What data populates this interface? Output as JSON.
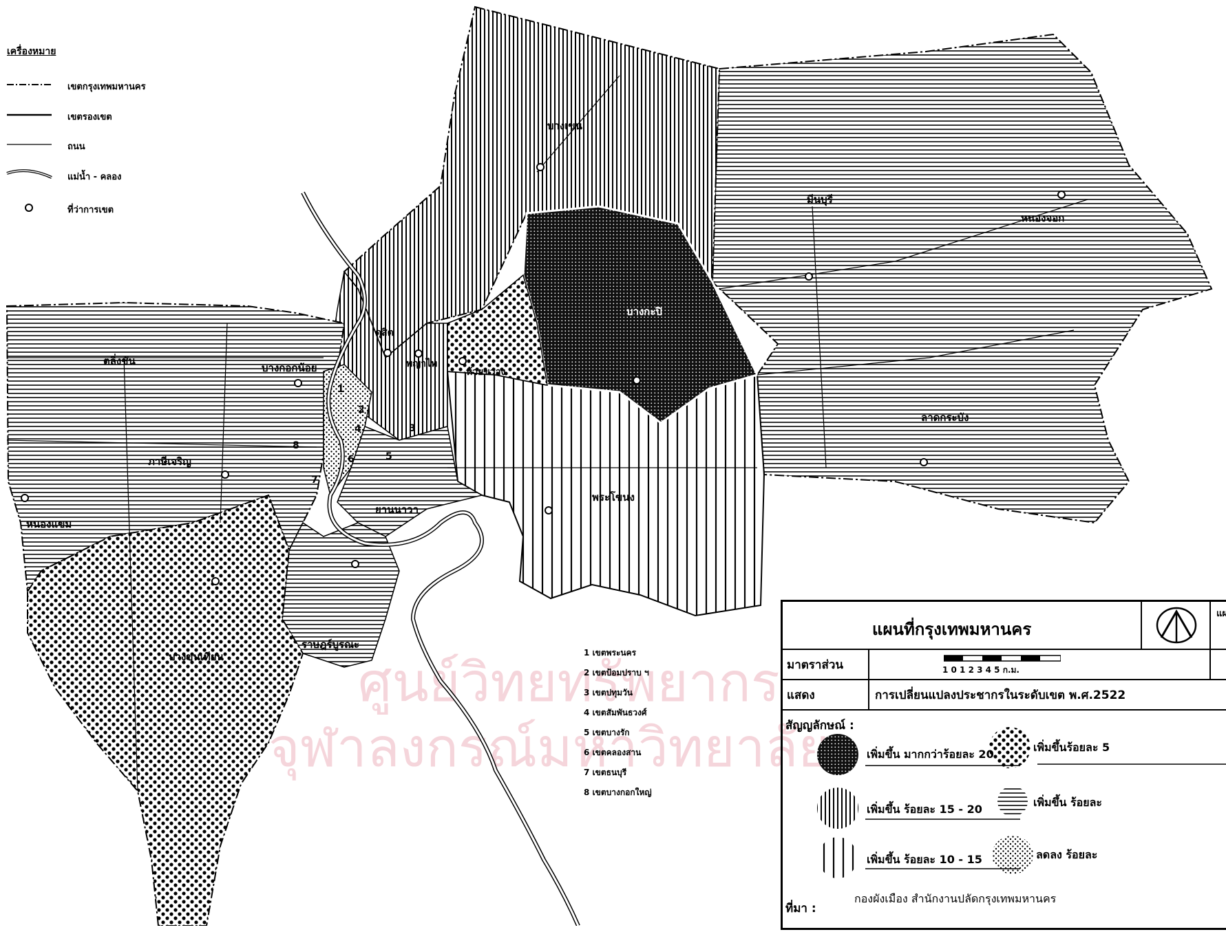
{
  "legend": {
    "title": "เครื่องหมาย",
    "items": [
      {
        "label": "เขตกรุงเทพมหานคร",
        "line": "dashdot"
      },
      {
        "label": "เขตรองเขต",
        "line": "solid-thick"
      },
      {
        "label": "ถนน",
        "line": "solid-thin"
      },
      {
        "label": "แม่น้ำ - คลอง",
        "line": "river"
      },
      {
        "label": "ที่ว่าการเขต",
        "line": "circle"
      }
    ]
  },
  "districts": [
    {
      "name": "บางเขน"
    },
    {
      "name": "มีนบุรี"
    },
    {
      "name": "หนองจอก"
    },
    {
      "name": "บางกะปิ"
    },
    {
      "name": "ลาดกระบัง"
    },
    {
      "name": "พระโขนง"
    },
    {
      "name": "ตลิ่งชัน"
    },
    {
      "name": "บางกอกน้อย"
    },
    {
      "name": "ภาษีเจริญ"
    },
    {
      "name": "หนองแขม"
    },
    {
      "name": "บางขุนเทียน"
    },
    {
      "name": "ราษฎร์บูรณะ"
    },
    {
      "name": "ยานนาวา"
    },
    {
      "name": "ดุสิต"
    },
    {
      "name": "พญาไท"
    },
    {
      "name": "ห้วยขวาง"
    }
  ],
  "inner_numbers": [
    "1",
    "2",
    "3",
    "4",
    "5",
    "6",
    "7",
    "8"
  ],
  "numbered_list": [
    "1  เขตพระนคร",
    "2  เขตป้อมปราบ ฯ",
    "3  เขตปทุมวัน",
    "4  เขตสัมพันธวงศ์",
    "5  เขตบางรัก",
    "6  เขตคลองสาน",
    "7  เขตธนบุรี",
    "8  เขตบางกอกใหญ่"
  ],
  "infobox": {
    "title": "แผนที่กรุงเทพมหานคร",
    "scale_label": "มาตราส่วน",
    "scale_ticks": "1  0  1  2  3  4  5 ก.ม.",
    "show_label": "แสดง",
    "show_text": "การเปลี่ยนแปลงประชากรในระดับเขต พ.ศ.2522",
    "symbols_label": "สัญญลักษณ์ :",
    "symbols": [
      {
        "label": "เพิ่มขึ้น มากกว่าร้อยละ 20",
        "pattern": "dense-dot"
      },
      {
        "label": "เพิ่มขึ้นร้อยละ 5",
        "pattern": "coarse-dot"
      },
      {
        "label": "เพิ่มขึ้น ร้อยละ 15 - 20",
        "pattern": "vlines-dense"
      },
      {
        "label": "เพิ่มขึ้น ร้อยละ",
        "pattern": "hlines"
      },
      {
        "label": "เพิ่มขึ้น ร้อยละ 10 - 15",
        "pattern": "vlines-sparse"
      },
      {
        "label": "ลดลง ร้อยละ",
        "pattern": "fine-dot"
      }
    ],
    "source_label": "ที่มา :",
    "source_text": "กองผังเมือง  สำนักงานปลัดกรุงเทพมหานคร",
    "corner_label": "แผ"
  },
  "watermark": {
    "line1": "ศูนย์วิทยทรัพยากร",
    "line2": "จุฬาลงกรณ์มหาวิทยาลัย"
  },
  "colors": {
    "ink": "#000000",
    "watermark": "#f2c8cf",
    "paper": "#ffffff"
  }
}
